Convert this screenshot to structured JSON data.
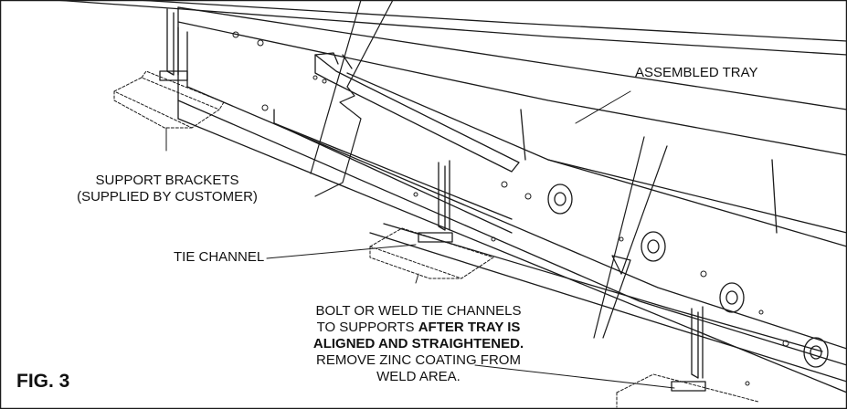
{
  "figure_label": "FIG. 3",
  "callouts": {
    "assembled_tray": "ASSEMBLED TRAY",
    "support_brackets": {
      "line1": "SUPPORT BRACKETS",
      "line2": "(SUPPLIED BY CUSTOMER)"
    },
    "tie_channel": "TIE CHANNEL",
    "instruction": {
      "line1": "BOLT OR WELD TIE CHANNELS",
      "line2_regular": "TO SUPPORTS ",
      "line2_bold": "AFTER TRAY IS",
      "line3_bold": "ALIGNED AND STRAIGHTENED.",
      "line4": "REMOVE ZINC COATING FROM",
      "line5": "WELD AREA."
    }
  },
  "colors": {
    "line": "#1a1a1a",
    "background": "#ffffff"
  }
}
